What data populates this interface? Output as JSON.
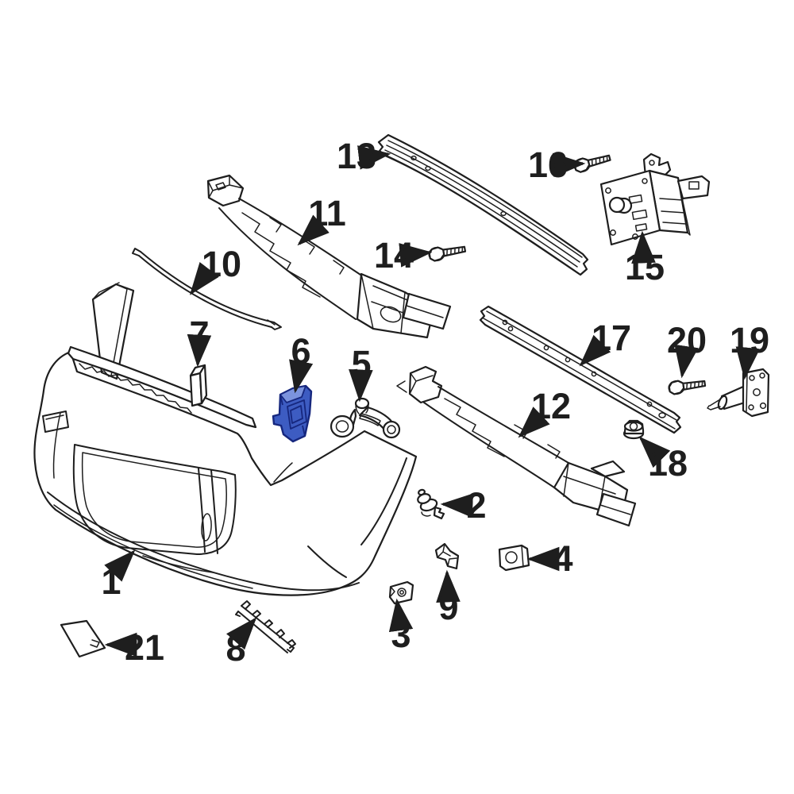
{
  "diagram": {
    "kind": "exploded-parts-diagram",
    "colors": {
      "background": "#ffffff",
      "line": "#1e1e1e",
      "highlight_fill": "#3d5cc2",
      "highlight_facet": "#7b93dd",
      "highlight_edge": "#16277e"
    },
    "highlighted_part_number": "6",
    "labels": [
      {
        "number": "1"
      },
      {
        "number": "2"
      },
      {
        "number": "3"
      },
      {
        "number": "4"
      },
      {
        "number": "5"
      },
      {
        "number": "6"
      },
      {
        "number": "7"
      },
      {
        "number": "8"
      },
      {
        "number": "9"
      },
      {
        "number": "10"
      },
      {
        "number": "11"
      },
      {
        "number": "12"
      },
      {
        "number": "13"
      },
      {
        "number": "14"
      },
      {
        "number": "15"
      },
      {
        "number": "16"
      },
      {
        "number": "17"
      },
      {
        "number": "18"
      },
      {
        "number": "19"
      },
      {
        "number": "20"
      },
      {
        "number": "21"
      }
    ]
  }
}
